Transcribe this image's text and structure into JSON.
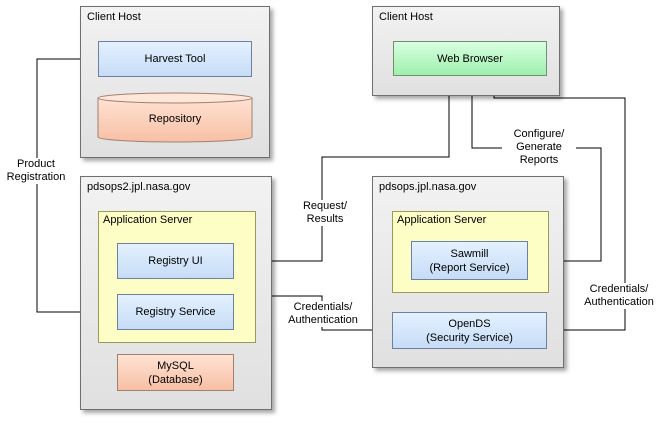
{
  "hosts": {
    "client_host_left": {
      "title": "Client Host"
    },
    "client_host_right": {
      "title": "Client Host"
    },
    "pdsops2": {
      "title": "pdsops2.jpl.nasa.gov"
    },
    "pdsops": {
      "title": "pdsops.jpl.nasa.gov"
    }
  },
  "app_servers": {
    "left": {
      "title": "Application Server"
    },
    "right": {
      "title": "Application Server"
    }
  },
  "nodes": {
    "harvest_tool": "Harvest Tool",
    "repository": "Repository",
    "web_browser": "Web Browser",
    "registry_ui": "Registry UI",
    "registry_service": "Registry Service",
    "mysql": "MySQL\n(Database)",
    "sawmill": "Sawmill\n(Report Service)",
    "opends": "OpenDS\n(Security Service)"
  },
  "labels": {
    "product_registration": "Product\nRegistration",
    "request_results": "Request/\nResults",
    "configure_reports": "Configure/\nGenerate\nReports",
    "credentials_left": "Credentials/\nAuthentication",
    "credentials_right": "Credentials/\nAuthentication"
  },
  "colors": {
    "client_box": "#c6dcf6",
    "browser_box": "#9ef0ad",
    "storage_box": "#f7c0a4",
    "app_server_fill": "#fdfdc6",
    "host_fill": "#e6e6e6"
  }
}
